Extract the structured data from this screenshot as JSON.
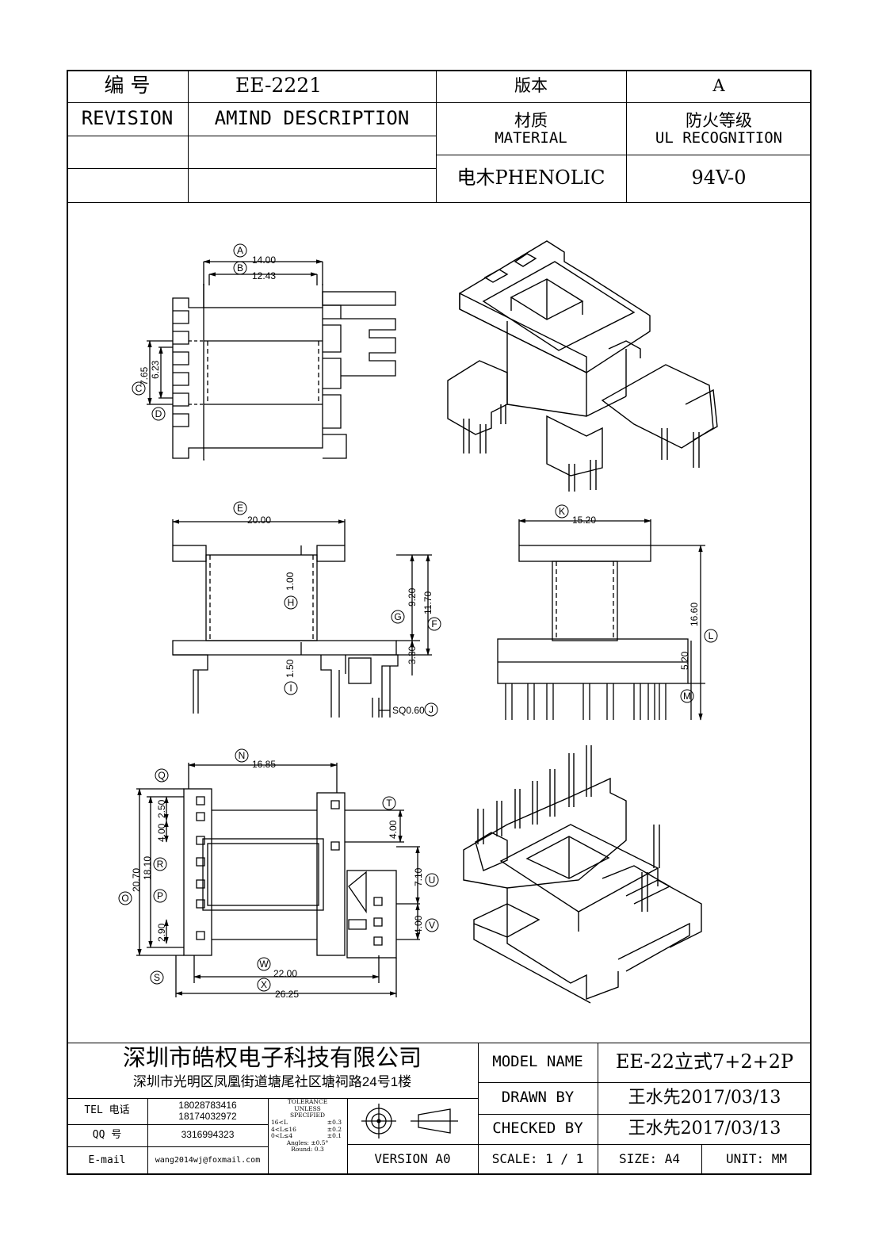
{
  "header": {
    "number_label": "编    号",
    "number_value": "EE-2221",
    "version_label": "版本",
    "version_value": "A",
    "revision_label": "REVISION",
    "amind_label": "AMIND DESCRIPTION",
    "material_label_cn": "材质",
    "material_label_en": "MATERIAL",
    "ul_label_cn": "防火等级",
    "ul_label_en": "UL RECOGNITION",
    "material_value": "电木PHENOLIC",
    "ul_value": "94V-0"
  },
  "dims": {
    "A": "A",
    "A_val": "14.00",
    "B": "B",
    "B_val": "12.43",
    "C": "C",
    "C_val": "7.65",
    "D": "D",
    "D_val": "6.23",
    "E": "E",
    "E_val": "20.00",
    "F": "F",
    "F_val": "11.70",
    "G": "G",
    "G_val": "9.20",
    "H": "H",
    "H_val": "1.00",
    "I": "I",
    "I_val": "1.50",
    "J": "J",
    "J_val": "SQ0.60",
    "K": "K",
    "K_val": "15.20",
    "L": "L",
    "L_val": "16.60",
    "M": "M",
    "M_val": "5.20",
    "G2_val": "3.30",
    "N": "N",
    "N_val": "16.85",
    "O": "O",
    "O_val": "20.70",
    "P": "P",
    "P_val": "18.10",
    "Q": "Q",
    "Q_val": "2.50",
    "R": "R",
    "R_val": "4.00",
    "S": "S",
    "S_val": "2.90",
    "T": "T",
    "T_val": "4.00",
    "U": "U",
    "U_val": "7.10",
    "V": "V",
    "V_val": "4.00",
    "W": "W",
    "W_val": "22.00",
    "X": "X",
    "X_val": "26.25"
  },
  "footer": {
    "company_name": "深圳市皓权电子科技有限公司",
    "company_address": "深圳市光明区凤凰街道塘尾社区塘祠路24号1楼",
    "model_name_label": "MODEL NAME",
    "model_name_value": "EE-22立式7+2+2P",
    "drawn_by_label": "DRAWN BY",
    "drawn_by_value": "王水先2017/03/13",
    "checked_by_label": "CHECKED BY",
    "checked_by_value": "王水先2017/03/13",
    "scale": "SCALE: 1 / 1",
    "size": "SIZE: A4",
    "unit": "UNIT: MM",
    "tel_label": "TEL 电话",
    "tel_1": "18028783416",
    "tel_2": "18174032972",
    "qq_label": "QQ  号",
    "qq_value": "3316994323",
    "email_label": "E-mail",
    "email_value": "wang2014wj@foxmail.com",
    "tolerance_title_1": "TOLERANCE",
    "tolerance_title_2": "UNLESS",
    "tolerance_title_3": "SPECIFIED",
    "tol_row1_range": "16<L",
    "tol_row1_val": "±0.3",
    "tol_row2_range": "4<L≤16",
    "tol_row2_val": "±0.2",
    "tol_row3_range": "0<L≤4",
    "tol_row3_val": "±0.1",
    "tol_angles": "Angles: ±0.5°",
    "tol_round": "Round: 0.3",
    "version_a0": "VERSION A0"
  }
}
